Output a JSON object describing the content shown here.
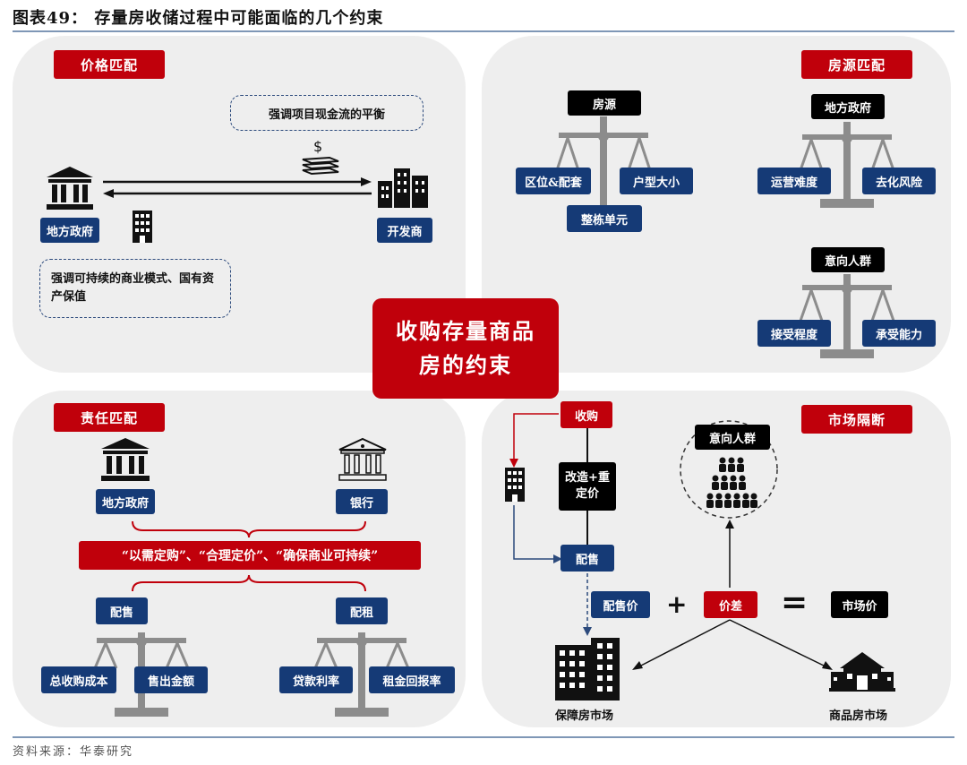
{
  "figure_title": "图表49：  存量房收储过程中可能面临的几个约束",
  "source": "资料来源：华泰研究",
  "center_label_line1": "收购存量商品",
  "center_label_line2": "房的约束",
  "price": {
    "header": "价格匹配",
    "note_top": "强调项目现金流的平衡",
    "note_bottom": "强调可持续的商业模式、国有资产保值",
    "left_label": "地方政府",
    "right_label": "开发商"
  },
  "housing": {
    "header": "房源匹配",
    "scale1": {
      "title": "房源",
      "left": "区位&配套",
      "right": "户型大小",
      "bottom": "整栋单元"
    },
    "scale2": {
      "title": "地方政府",
      "left": "运营难度",
      "right": "去化风险"
    },
    "scale3": {
      "title": "意向人群",
      "left": "接受程度",
      "right": "承受能力"
    }
  },
  "responsibility": {
    "header": "责任匹配",
    "left_entity": "地方政府",
    "right_entity": "银行",
    "principle": "“以需定购”、“合理定价”、“确保商业可持续”",
    "sale": {
      "title": "配售",
      "left": "总收购成本",
      "right": "售出金额"
    },
    "rent": {
      "title": "配租",
      "left": "贷款利率",
      "right": "租金回报率"
    }
  },
  "market": {
    "header": "市场隔断",
    "acquire": "收购",
    "renovate": "改造+重定价",
    "sell": "配售",
    "target_group": "意向人群",
    "sale_price": "配售价",
    "plus": "+",
    "spread": "价差",
    "equals": "=",
    "market_price": "市场价",
    "left_market": "保障房市场",
    "right_market": "商品房市场"
  }
}
